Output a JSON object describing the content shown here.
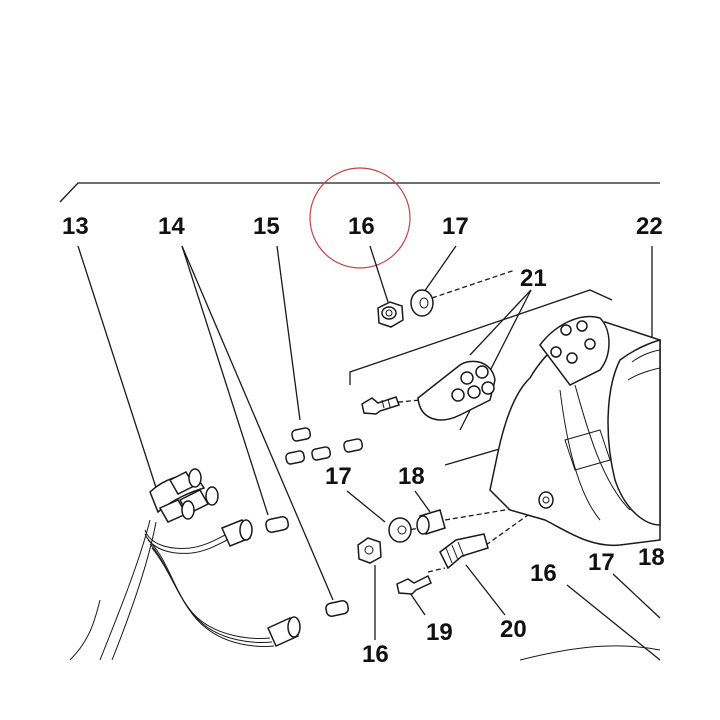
{
  "diagram": {
    "labels": {
      "l13": "13",
      "l14": "14",
      "l15": "15",
      "l16_top": "16",
      "l17_top": "17",
      "l21": "21",
      "l22": "22",
      "l17_mid": "17",
      "l18_mid": "18",
      "l16_right": "16",
      "l17_right": "17",
      "l18_right": "18",
      "l19": "19",
      "l20": "20",
      "l16_bottom": "16"
    },
    "highlight_color": "#c0454a",
    "line_color": "#1a1a1a"
  }
}
